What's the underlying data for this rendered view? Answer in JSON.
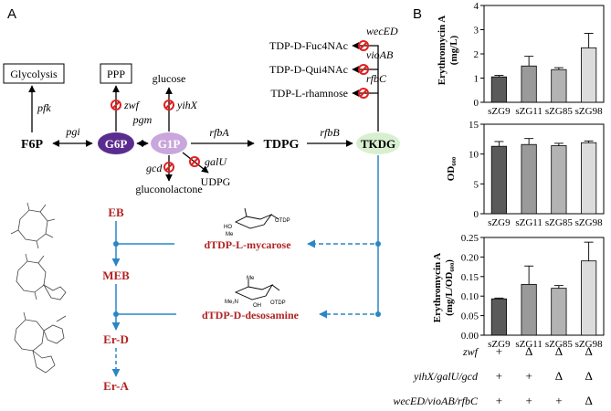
{
  "panel_a": {
    "label": "A",
    "boxes": {
      "glycolysis": "Glycolysis",
      "ppp": "PPP"
    },
    "metabolites": {
      "f6p": "F6P",
      "g6p": "G6P",
      "g1p": "G1P",
      "tdpg": "TDPG",
      "tkdg": "TKDG",
      "glucose": "glucose",
      "gluconolactone": "gluconolactone",
      "udpg": "UDPG",
      "fuc": "TDP-D-Fuc4NAc",
      "qui": "TDP-D-Qui4NAc",
      "rham": "TDP-L-rhamnose"
    },
    "genes": {
      "pfk": "pfk",
      "pgi": "pgi",
      "pgm": "pgm",
      "zwf": "zwf",
      "yihX": "yihX",
      "gcd": "gcd",
      "galU": "galU",
      "rfbA": "rfbA",
      "rfbB": "rfbB",
      "wecED": "wecED",
      "vioAB": "vioAB",
      "rfbC": "rfbC"
    },
    "pathway": {
      "eb": "EB",
      "meb": "MEB",
      "erd": "Er-D",
      "era": "Er-A",
      "mycarose": "dTDP-L-mycarose",
      "desosamine": "dTDP-D-desosamine"
    },
    "struct_labels": {
      "otdp": "OTDP",
      "ho": "HO",
      "me": "Me",
      "oh": "OH",
      "me2n": "Me₂N"
    }
  },
  "panel_b": {
    "label": "B",
    "ylabels": {
      "c1": [
        "Erythromycin A",
        "(mg/L)"
      ],
      "c2": "OD₆₀₀",
      "c3": [
        "Erythromycin A",
        "(mg/L/OD₆₀₀)"
      ]
    },
    "table": {
      "rows": [
        {
          "label": "zwf",
          "values": [
            "+",
            "Δ",
            "Δ",
            "Δ"
          ]
        },
        {
          "label": "yihX/galU/gcd",
          "values": [
            "+",
            "+",
            "Δ",
            "Δ"
          ]
        },
        {
          "label": "wecED/vioAB/rfbC",
          "values": [
            "+",
            "+",
            "+",
            "Δ"
          ]
        }
      ]
    }
  },
  "chart_data": [
    {
      "type": "bar",
      "categories": [
        "sZG9",
        "sZG11",
        "sZG85",
        "sZG98"
      ],
      "values": [
        1.05,
        1.5,
        1.35,
        2.25
      ],
      "errors": [
        0.06,
        0.4,
        0.08,
        0.6
      ],
      "ylabel": "Erythromycin A (mg/L)",
      "ylim": [
        0,
        4
      ],
      "yticks": [
        "0",
        "1",
        "2",
        "3",
        "4"
      ]
    },
    {
      "type": "bar",
      "categories": [
        "sZG9",
        "sZG11",
        "sZG85",
        "sZG98"
      ],
      "values": [
        11.3,
        11.6,
        11.4,
        11.9
      ],
      "errors": [
        0.8,
        1.0,
        0.4,
        0.3
      ],
      "ylabel": "OD600",
      "ylim": [
        0,
        15
      ],
      "yticks": [
        "0",
        "5",
        "10",
        "15"
      ]
    },
    {
      "type": "bar",
      "categories": [
        "sZG9",
        "sZG11",
        "sZG85",
        "sZG98"
      ],
      "values": [
        0.093,
        0.13,
        0.12,
        0.19
      ],
      "errors": [
        0.002,
        0.047,
        0.007,
        0.048
      ],
      "ylabel": "Erythromycin A (mg/L/OD600)",
      "ylim": [
        0,
        0.25
      ],
      "yticks": [
        "0.00",
        "0.05",
        "0.10",
        "0.15",
        "0.20",
        "0.25"
      ]
    }
  ],
  "colors": {
    "g6p": "#5b2c8f",
    "g1p": "#c9a6dc",
    "tkdg": "#d8f0d0",
    "blue": "#2a86c5",
    "dark_red": "#b22222",
    "inhibit": "#e02020",
    "bars": [
      "#5a5a5a",
      "#9a9a9a",
      "#b3b3b3",
      "#dcdcdc"
    ]
  }
}
